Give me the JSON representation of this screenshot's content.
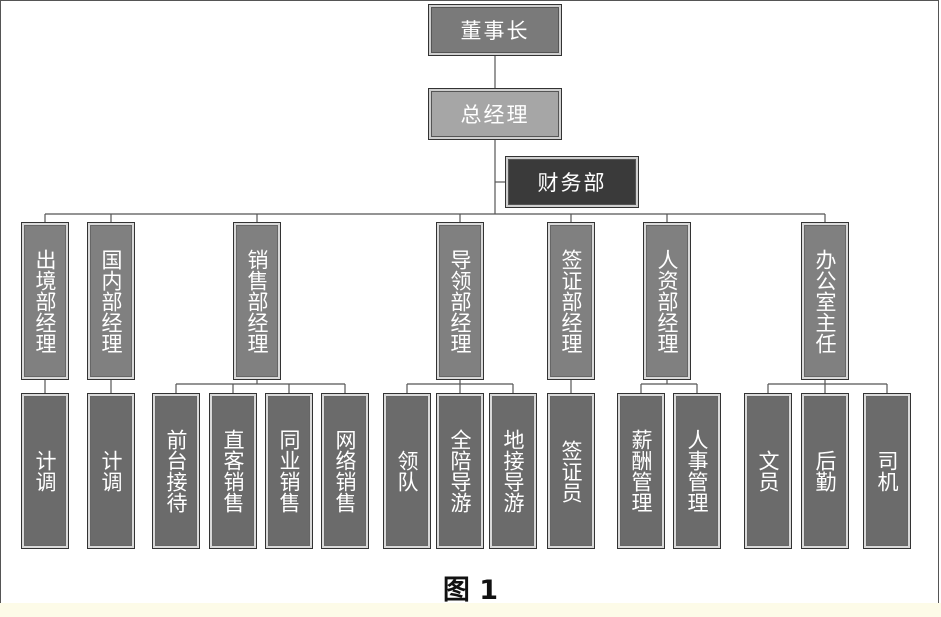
{
  "chairman": "董事长",
  "general_manager": "总经理",
  "finance": "财务部",
  "departments": [
    {
      "label": "出境部经理",
      "children": [
        "计调"
      ]
    },
    {
      "label": "国内部经理",
      "children": [
        "计调"
      ]
    },
    {
      "label": "销售部经理",
      "children": [
        "前台接待",
        "直客销售",
        "同业销售",
        "网络销售"
      ]
    },
    {
      "label": "导领部经理",
      "children": [
        "领队",
        "全陪导游",
        "地接导游"
      ]
    },
    {
      "label": "签证部经理",
      "children": [
        "签证员"
      ]
    },
    {
      "label": "人资部经理",
      "children": [
        "薪酬管理",
        "人事管理"
      ]
    },
    {
      "label": "办公室主任",
      "children": [
        "文员",
        "后勤",
        "司机"
      ]
    }
  ],
  "caption": "图 1"
}
